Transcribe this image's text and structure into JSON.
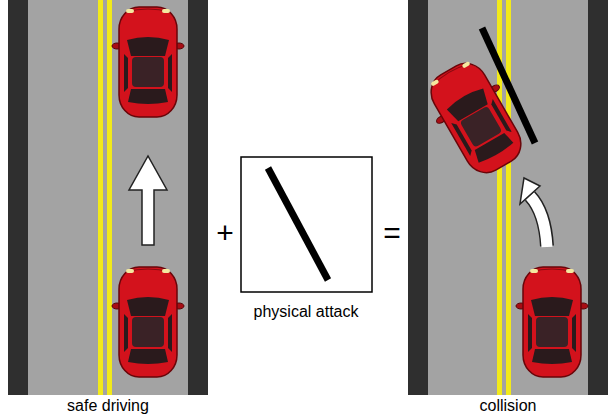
{
  "diagram": {
    "labels": [
      "safe driving",
      "+",
      "physical attack",
      "=",
      "collision"
    ]
  }
}
